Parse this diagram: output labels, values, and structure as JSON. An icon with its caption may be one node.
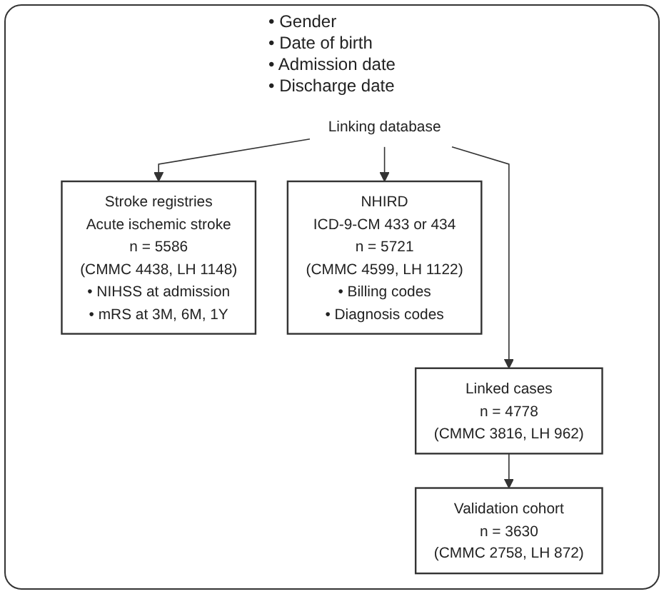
{
  "diagram": {
    "nodes": [
      {
        "text": [
          "Stroke registries",
          "Acute ischemic stroke",
          "n = 5586",
          "(CMMC 4438, LH 1148)",
          "• NIHSS at admission",
          "• mRS at 3M, 6M, 1Y"
        ]
      },
      {
        "text": [
          "Linking database"
        ]
      },
      {
        "text": [
          "NHIRD",
          "ICD-9-CM 433 or 434",
          "n = 5721",
          "(CMMC 4599, LH 1122)",
          "• Billing codes",
          "• Diagnosis codes"
        ]
      },
      {
        "text": [
          "Linked cases",
          "n = 4778",
          "(CMMC 3816, LH 962)"
        ]
      },
      {
        "text": [
          "Validation cohort",
          "n = 3630",
          "(CMMC 2758, LH 872)"
        ]
      }
    ],
    "edges": [
      {
        "from": 1,
        "to": 0,
        "arrow": "to"
      },
      {
        "from": 1,
        "to": 3,
        "arrow": "to"
      },
      {
        "from": 1,
        "to": 2,
        "arrow": "to"
      },
      {
        "from": 3,
        "to": 4,
        "arrow": "to"
      }
    ],
    "labels": [
      "• Gender",
      "• Date of birth",
      "• Admission date",
      "• Discharge date"
    ]
  }
}
